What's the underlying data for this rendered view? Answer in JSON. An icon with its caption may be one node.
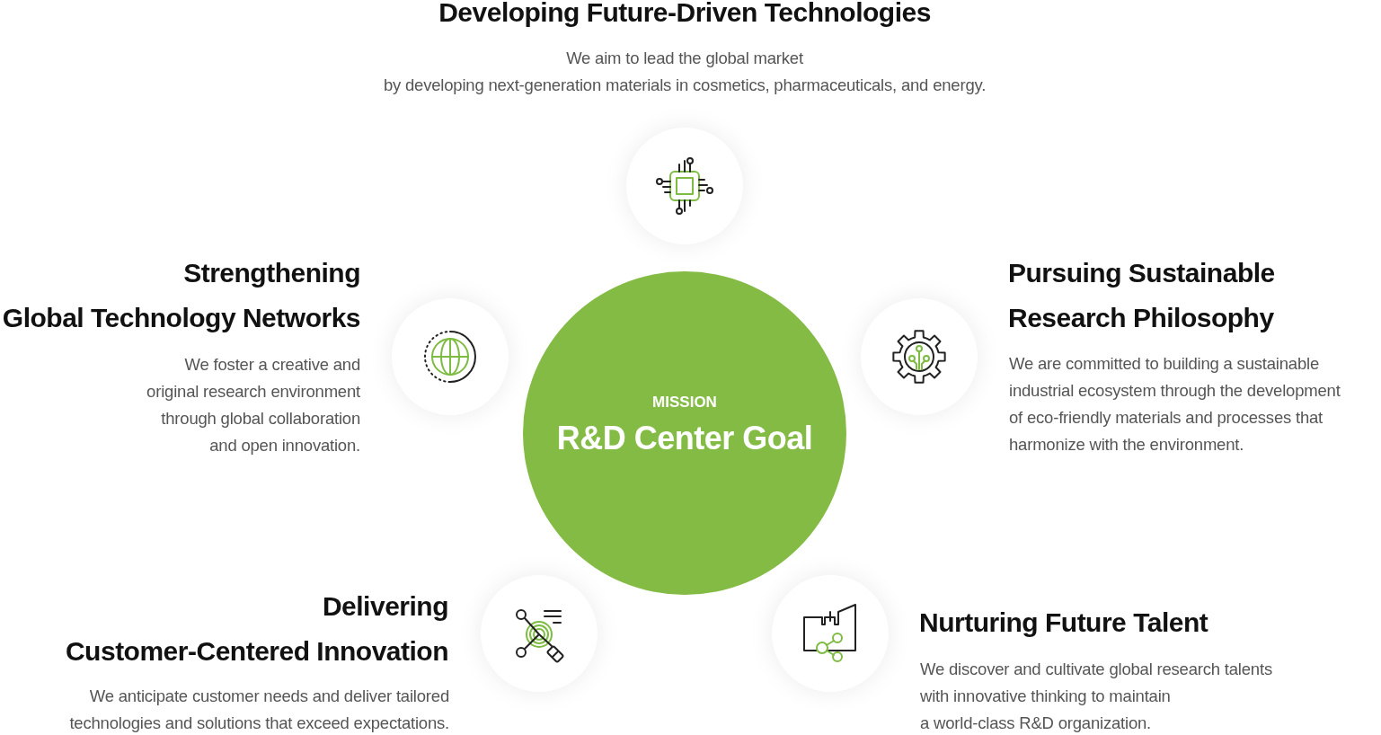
{
  "diagram": {
    "nodes": [
      {
        "text": [
          "MISSION",
          "R&D Center Goal"
        ]
      },
      {
        "text": [],
        "shape": "circle",
        "beside": [
          "Developing Future-Driven Technologies",
          "We aim to lead the global market by developing next-generation materials in cosmetics, pharmaceuticals, and energy."
        ]
      },
      {
        "text": [],
        "shape": "circle",
        "beside": [
          "Strengthening Global Technology Networks",
          "We foster a creative and original research environment through global collaboration and open innovation."
        ]
      },
      {
        "text": [],
        "shape": "circle",
        "beside": [
          "Pursuing Sustainable Research Philosophy",
          "We are committed to building a sustainable industrial ecosystem through the development of eco-friendly materials and processes that harmonize with the environment."
        ]
      },
      {
        "text": [],
        "shape": "circle",
        "beside": [
          "Delivering Customer-Centered Innovation",
          "We anticipate customer needs and deliver tailored technologies and solutions that exceed expectations."
        ]
      },
      {
        "text": [],
        "shape": "circle",
        "beside": [
          "Nurturing Future Talent",
          "We discover and cultivate global research talents with innovative thinking to maintain a world-class R&D organization."
        ]
      }
    ]
  }
}
